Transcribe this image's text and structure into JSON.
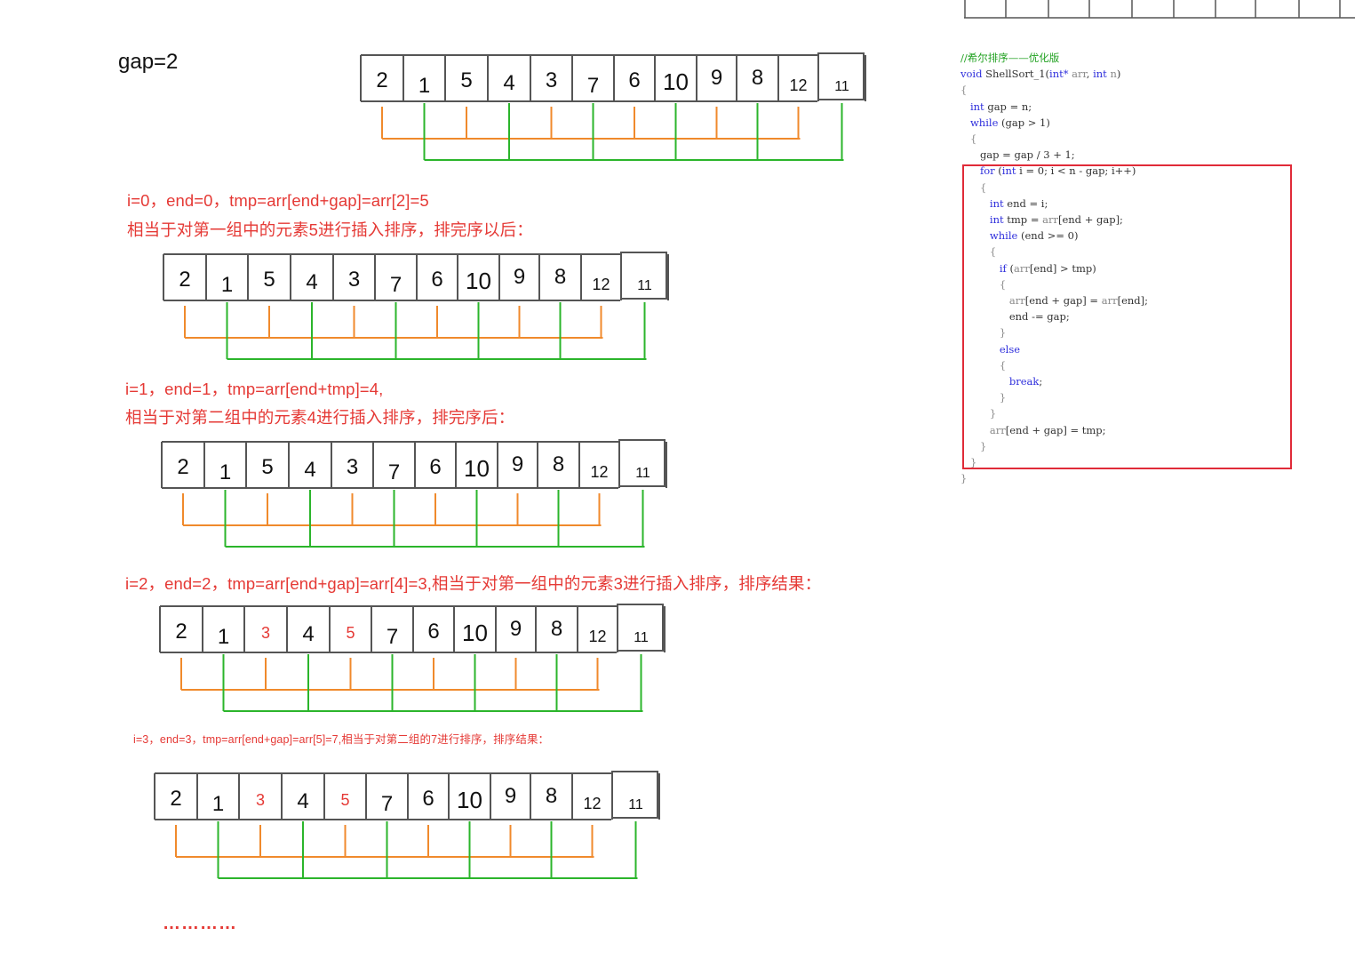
{
  "gap_label": "gap=2",
  "arrays": [
    {
      "cells": [
        "2",
        "1",
        "5",
        "4",
        "3",
        "7",
        "6",
        "10",
        "9",
        "8",
        "12",
        "11"
      ],
      "highlight": []
    },
    {
      "cells": [
        "2",
        "1",
        "5",
        "4",
        "3",
        "7",
        "6",
        "10",
        "9",
        "8",
        "12",
        "11"
      ],
      "highlight": []
    },
    {
      "cells": [
        "2",
        "1",
        "5",
        "4",
        "3",
        "7",
        "6",
        "10",
        "9",
        "8",
        "12",
        "11"
      ],
      "highlight": []
    },
    {
      "cells": [
        "2",
        "1",
        "3",
        "4",
        "5",
        "7",
        "6",
        "10",
        "9",
        "8",
        "12",
        "11"
      ],
      "highlight": [
        2,
        4
      ]
    },
    {
      "cells": [
        "2",
        "1",
        "3",
        "4",
        "5",
        "7",
        "6",
        "10",
        "9",
        "8",
        "12",
        "11"
      ],
      "highlight": [
        2,
        4
      ]
    }
  ],
  "captions": {
    "step0_line1": "i=0，end=0，tmp=arr[end+gap]=arr[2]=5",
    "step0_line2": "相当于对第一组中的元素5进行插入排序，排完序以后：",
    "step1_line1": "i=1，end=1，tmp=arr[end+tmp]=4,",
    "step1_line2": "相当于对第二组中的元素4进行插入排序，排完序后：",
    "step2": "i=2，end=2，tmp=arr[end+gap]=arr[4]=3,相当于对第一组中的元素3进行插入排序，排序结果：",
    "step3": "i=3，end=3，tmp=arr[end+gap]=arr[5]=7,相当于对第二组的7进行排序，排序结果：",
    "ellipsis": "…………"
  },
  "code": {
    "comment": "//希尔排序——优化版",
    "signature_kw": "void",
    "signature_name": "ShellSort_1(",
    "param1_type": "int*",
    "param1_name": "arr",
    "param2_type": "int",
    "param2_name": "n",
    "lines": {
      "l3_kw": "int",
      "l3_rest": "gap = n;",
      "l4_kw": "while",
      "l4_rest": "(gap > 1)",
      "l6": "gap = gap / 3 + 1;",
      "l7_kw": "for",
      "l7_kw2": "int",
      "l7_rest1": "(",
      "l7_rest2": "i = 0; i < n - gap; i++)",
      "l9_kw": "int",
      "l9_rest": "end = i;",
      "l10_kw": "int",
      "l10_rest1": "tmp = ",
      "l10_arr": "arr",
      "l10_rest2": "[end + gap];",
      "l11_kw": "while",
      "l11_rest": "(end >= 0)",
      "l13_kw": "if",
      "l13_rest1": "(",
      "l13_arr": "arr",
      "l13_rest2": "[end] > tmp)",
      "l15_arr": "arr",
      "l15_rest1": "[end + gap] = ",
      "l15_arr2": "arr",
      "l15_rest2": "[end];",
      "l16": "end -= gap;",
      "l18_kw": "else",
      "l20_kw": "break",
      "l20_rest": ";",
      "l23_arr": "arr",
      "l23_rest": "[end + gap] = tmp;"
    }
  },
  "colors": {
    "group1": "#f08a2c",
    "group2": "#2bb52b",
    "highlight_box": "#e02b38",
    "caption": "#e53935"
  }
}
